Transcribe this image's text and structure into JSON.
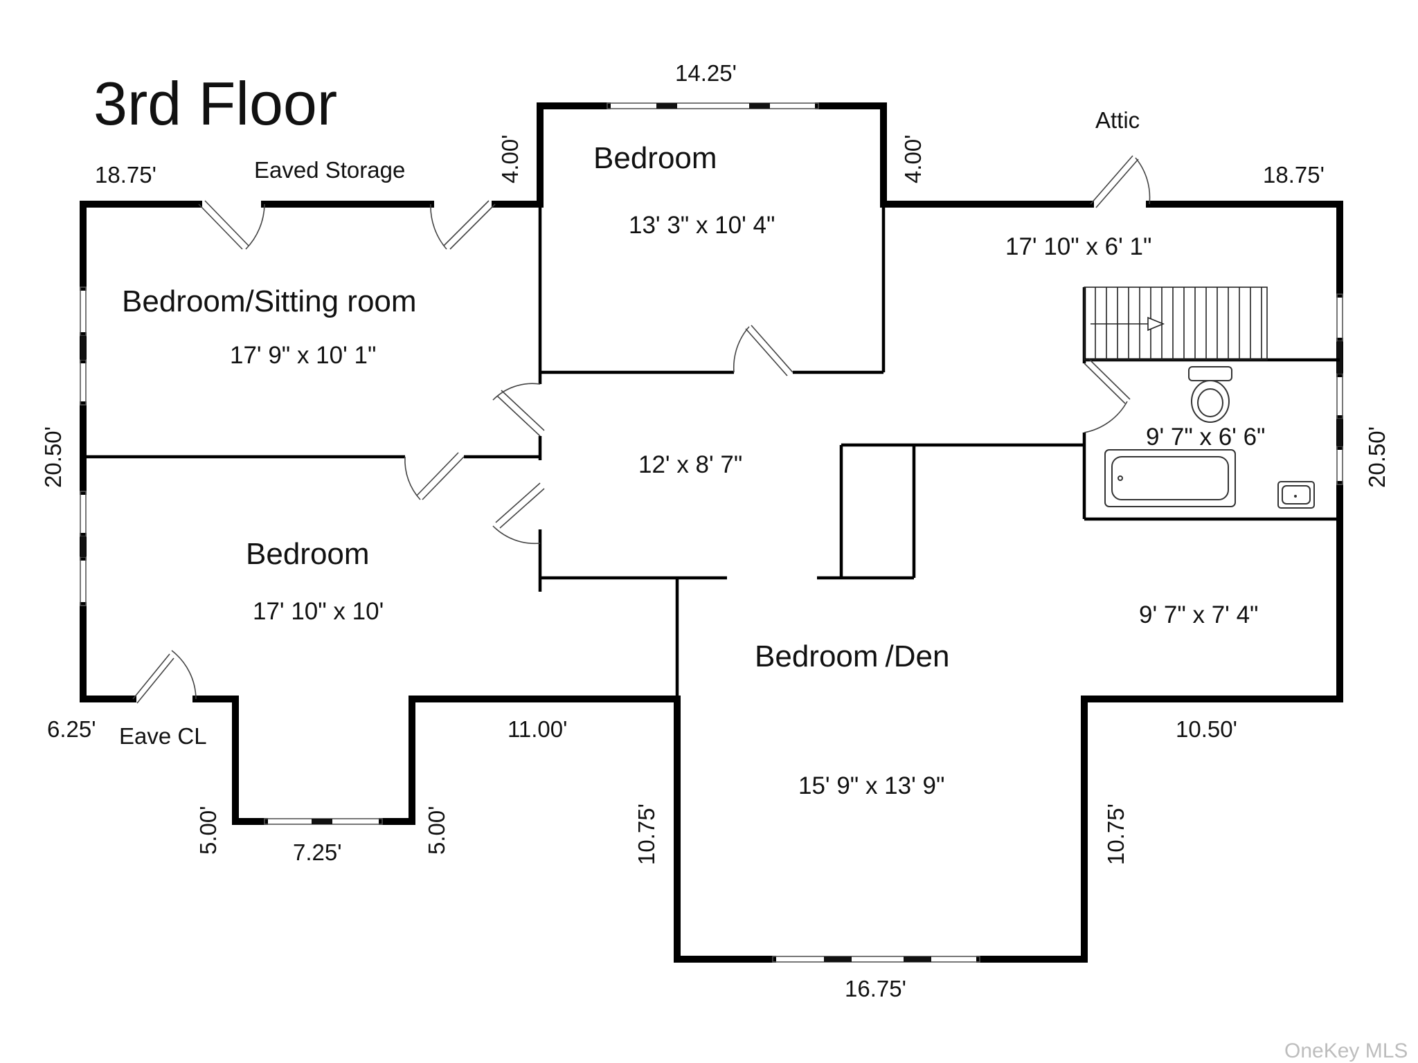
{
  "title": "3rd Floor",
  "watermark": "OneKey MLS",
  "dimensions": {
    "top_left_width": "18.75'",
    "top_right_width": "18.75'",
    "top_center_width": "14.25'",
    "bump_left_height": "4.00'",
    "bump_right_height": "4.00'",
    "left_height": "20.50'",
    "right_height": "20.50'",
    "bottom_left_eave": "6.25'",
    "bay_left_height": "5.00'",
    "bay_right_height": "5.00'",
    "bay_width": "7.25'",
    "bottom_mid_width": "11.00'",
    "den_left_height": "10.75'",
    "den_right_height": "10.75'",
    "den_width": "16.75'",
    "bottom_right_width": "10.50'"
  },
  "labels": {
    "eaved_storage": "Eaved Storage",
    "attic": "Attic",
    "eave_cl": "Eave CL"
  },
  "rooms": {
    "bedroom_top": {
      "name": "Bedroom",
      "size": "13' 3\" x 10' 4\""
    },
    "sitting": {
      "name_a": "Bedroom",
      "name_b": "/",
      "name_c": "Sitting room",
      "size": "17' 9\" x 10' 1\""
    },
    "bedroom_left": {
      "name": "Bedroom",
      "size": "17' 10\" x 10'"
    },
    "hall": {
      "size": "12' x 8' 7\""
    },
    "attic_area": {
      "size": "17' 10\" x 6' 1\""
    },
    "bath": {
      "size": "9' 7\" x 6' 6\""
    },
    "right_area": {
      "size": "9' 7\" x 7' 4\""
    },
    "den": {
      "name_a": "Bedroom",
      "name_b": "/",
      "name_c": "Den",
      "size": "15' 9\" x 13' 9\""
    }
  },
  "icons": [
    "stair-arrow-icon",
    "toilet-icon",
    "bathtub-icon",
    "sink-icon"
  ]
}
